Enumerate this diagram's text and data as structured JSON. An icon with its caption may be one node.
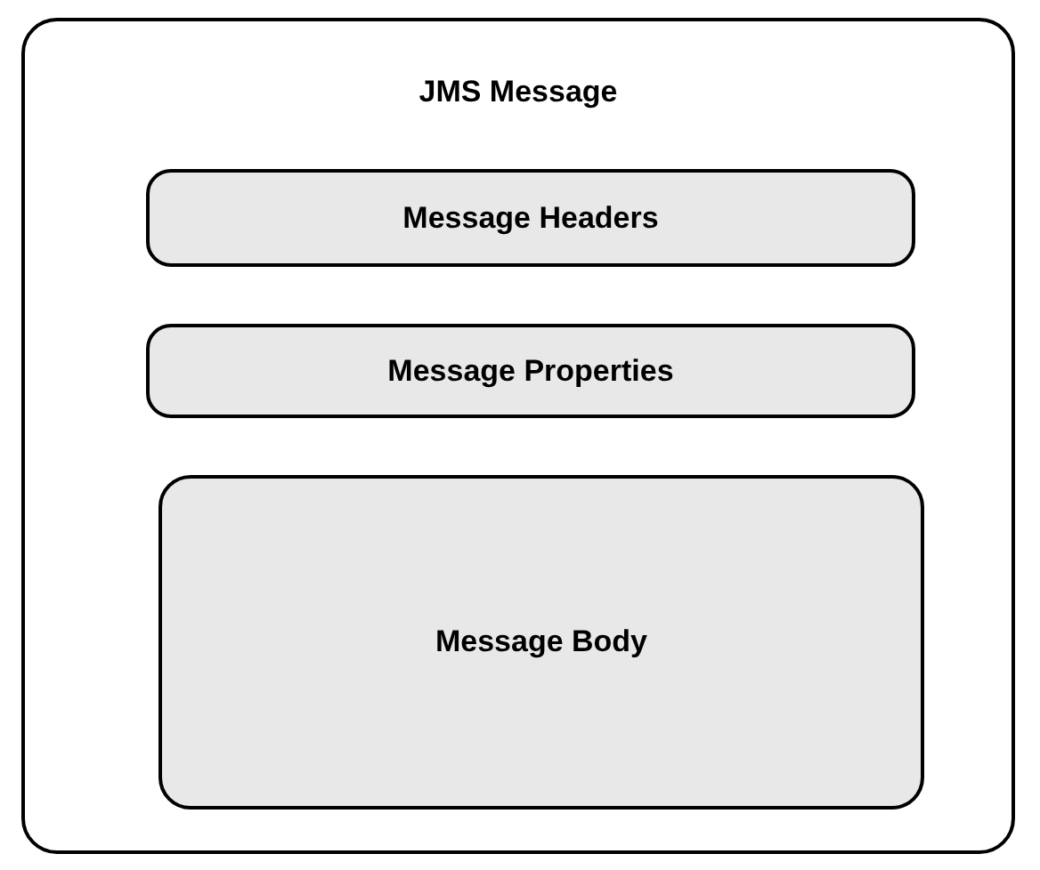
{
  "diagram": {
    "nodes": [
      {
        "text": [
          "JMS Message"
        ]
      },
      {
        "text": [
          "Message Headers"
        ],
        "in": 0
      },
      {
        "text": [
          "Message Properties"
        ],
        "in": 0
      },
      {
        "text": [
          "Message Body"
        ],
        "in": 0
      }
    ]
  }
}
